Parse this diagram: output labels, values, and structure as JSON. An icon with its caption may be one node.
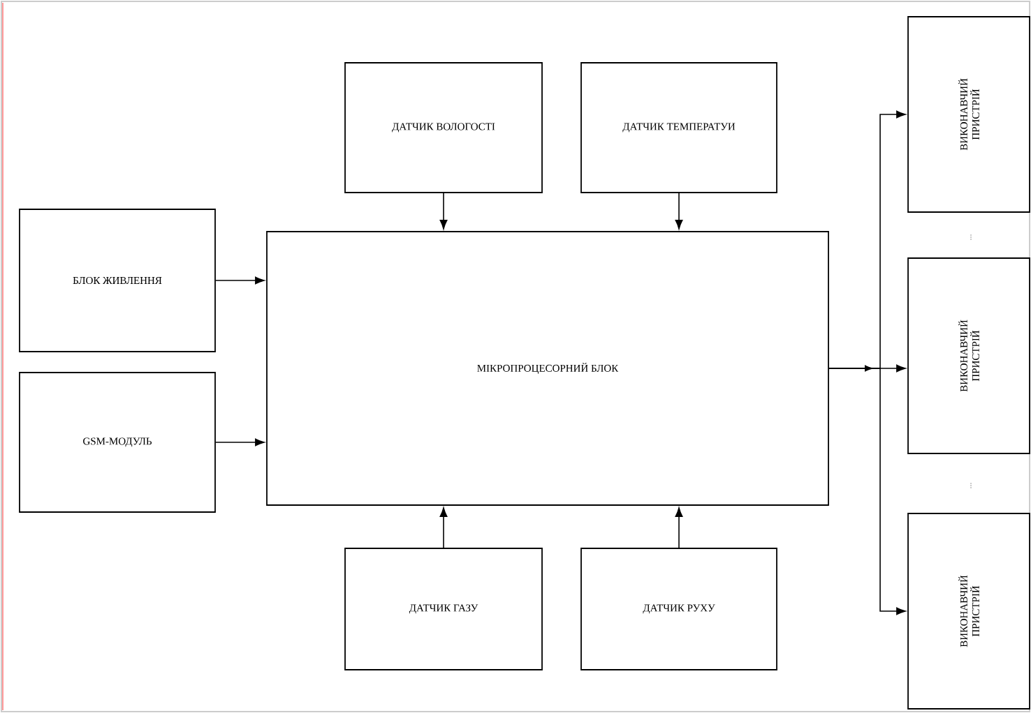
{
  "diagram": {
    "nodes": [
      {
        "text": [
          "ДАТЧИК ВОЛОГОСТІ"
        ]
      },
      {
        "text": [
          "ДАТЧИК ТЕМПЕРАТУИ"
        ]
      },
      {
        "text": [
          "БЛОК ЖИВЛЕННЯ"
        ]
      },
      {
        "text": [
          "GSM-МОДУЛЬ"
        ]
      },
      {
        "text": [
          "МІКРОПРОЦЕСОРНИЙ БЛОК"
        ]
      },
      {
        "text": [
          "ДАТЧИК ГАЗУ"
        ]
      },
      {
        "text": [
          "ДАТЧИК РУХУ"
        ]
      },
      {
        "text": [
          "ВИКОНАВЧИЙ ПРИСТРІЙ"
        ]
      },
      {
        "text": [
          "ВИКОНАВЧИЙ ПРИСТРІЙ"
        ]
      },
      {
        "text": [
          "ВИКОНАВЧИЙ ПРИСТРІЙ"
        ]
      }
    ],
    "edges": [
      {
        "from": 0,
        "to": 4,
        "arrow": "to"
      },
      {
        "from": 1,
        "to": 4,
        "arrow": "to"
      },
      {
        "from": 2,
        "to": 4,
        "arrow": "to"
      },
      {
        "from": 3,
        "to": 4,
        "arrow": "to"
      },
      {
        "from": 5,
        "to": 4,
        "arrow": "to"
      },
      {
        "from": 6,
        "to": 4,
        "arrow": "to"
      },
      {
        "from": 4,
        "to": 7,
        "arrow": "to"
      },
      {
        "from": 4,
        "to": 8,
        "arrow": "to"
      },
      {
        "from": 4,
        "to": 9,
        "arrow": "to"
      }
    ],
    "labels": [
      "...",
      "..."
    ]
  }
}
